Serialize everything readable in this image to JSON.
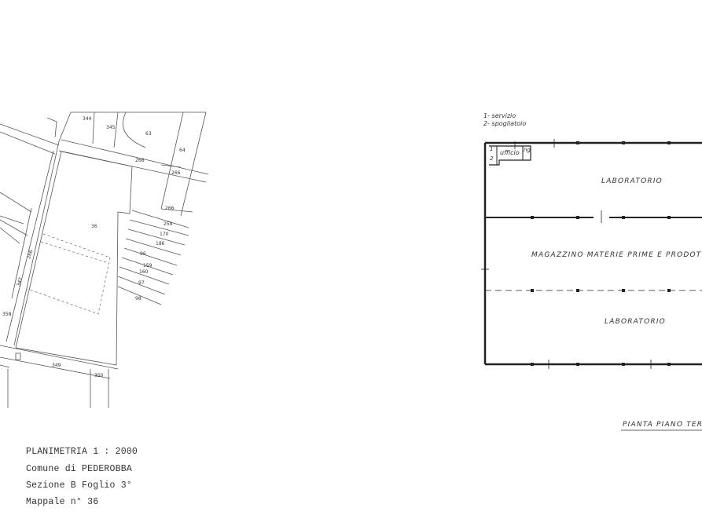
{
  "site_plan": {
    "parcels": [
      "344",
      "345",
      "63",
      "64",
      "266",
      "266",
      "266",
      "36",
      "259",
      "170",
      "186",
      "96",
      "159",
      "160",
      "97",
      "98",
      "358",
      "349",
      "350",
      "266",
      "347"
    ]
  },
  "stamp": {
    "line1": "PLANIMETRIA 1 : 2000",
    "line2": "Comune di PEDEROBBA",
    "line3": "Sezione B Foglio 3°",
    "line4": "Mappale n° 36"
  },
  "floor_plan": {
    "legend": [
      "1- servizio",
      "2- spogliatoio"
    ],
    "rooms": {
      "lab_top": "LABORATORIO",
      "warehouse": "MAGAZZINO MATERIE PRIME E PRODOTTO",
      "lab_bottom": "LABORATORIO",
      "office": "ufficio",
      "service": "ing",
      "num1": "1",
      "num2": "2"
    },
    "caption": "PIANTA PIANO TERRA"
  }
}
